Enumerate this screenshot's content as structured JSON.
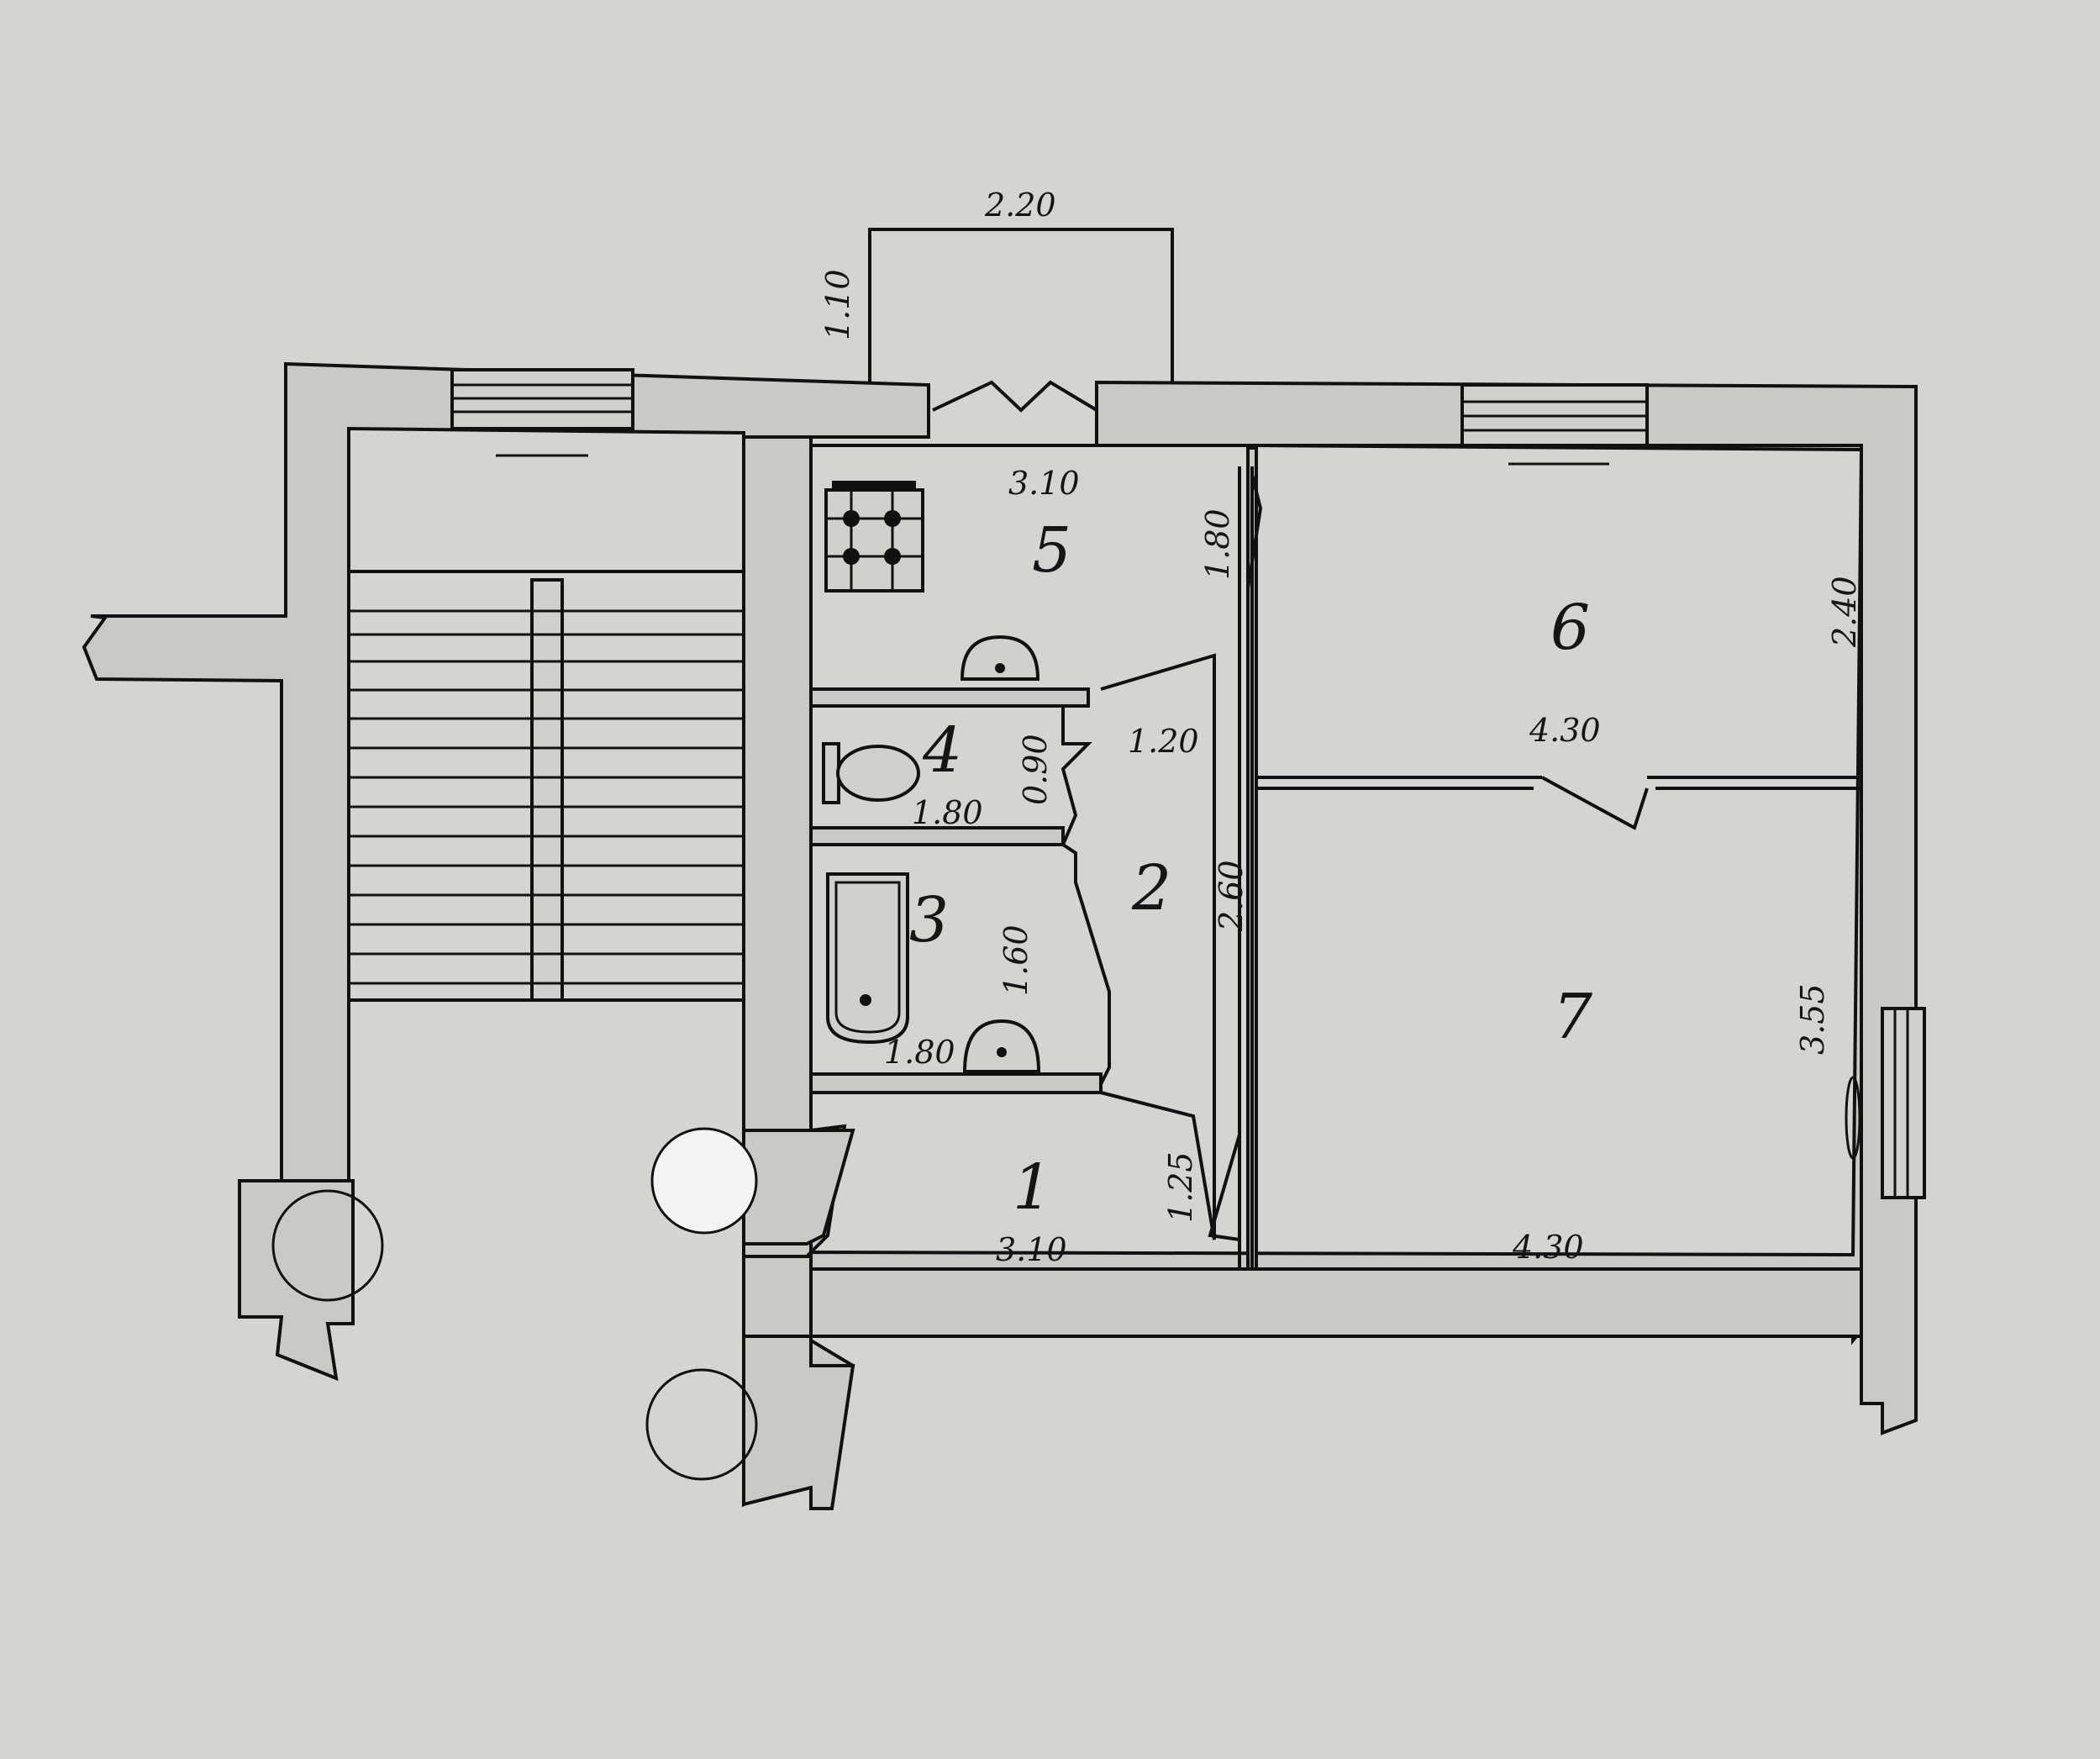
{
  "colors": {
    "paper": "#d4d4d1",
    "ink": "#111111"
  },
  "rooms": [
    {
      "id": "1",
      "label": "1"
    },
    {
      "id": "2",
      "label": "2"
    },
    {
      "id": "3",
      "label": "3"
    },
    {
      "id": "4",
      "label": "4"
    },
    {
      "id": "5",
      "label": "5"
    },
    {
      "id": "6",
      "label": "6"
    },
    {
      "id": "7",
      "label": "7"
    }
  ],
  "dimensions": {
    "balcony_width": "2.20",
    "balcony_depth": "1.10",
    "kitchen_width": "3.10",
    "kitchen_depth": "1.80",
    "room6_depth": "2.40",
    "room6_width": "4.30",
    "corridor_width": "1.20",
    "wc_depth": "0.90",
    "wc_width": "1.80",
    "hall_depth": "2.60",
    "bath_depth": "1.60",
    "bath_width": "1.80",
    "room7_depth": "3.55",
    "entry_depth": "1.25",
    "entry_width": "3.10",
    "room7_width": "4.30"
  },
  "icons": [
    "stove-icon",
    "sink-icon",
    "toilet-icon",
    "bathtub-icon",
    "door-icon",
    "window-icon",
    "chimney-icon"
  ]
}
